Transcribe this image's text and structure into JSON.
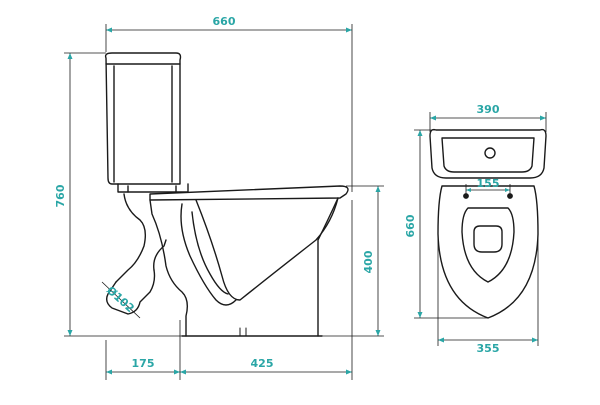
{
  "colors": {
    "outline": "#1a1a1a",
    "dimension": "#2aa6a6"
  },
  "dimensions": {
    "total_width": "660",
    "total_height": "760",
    "bowl_height": "400",
    "outlet_offset": "175",
    "outlet_to_back": "425",
    "outlet_diameter": "Ø102",
    "tank_width": "390",
    "mount_spacing": "155",
    "total_depth": "660",
    "seat_width": "355"
  }
}
